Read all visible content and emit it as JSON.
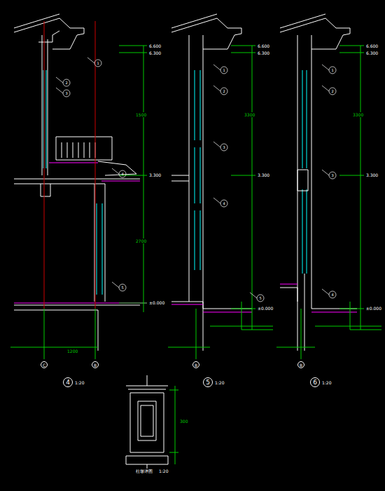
{
  "diagram": {
    "nodes": [
      {
        "text": [
          "4"
        ]
      },
      {
        "text": [
          "5"
        ]
      },
      {
        "text": [
          "6"
        ]
      },
      {
        "text": [
          "C"
        ]
      },
      {
        "text": [
          "B"
        ]
      },
      {
        "text": [
          "B"
        ]
      },
      {
        "text": [
          "B"
        ]
      }
    ],
    "labels": [
      "1:20",
      "1:20",
      "1:20",
      "6.600",
      "6.300",
      "1500",
      "3.300",
      "2700",
      "±0.000",
      "1200",
      "1",
      "2",
      "3",
      "4",
      "5",
      "6.600",
      "6.300",
      "3300",
      "3.300",
      "±0.000",
      "1",
      "2",
      "3",
      "4",
      "5",
      "6.600",
      "6.300",
      "3300",
      "3.300",
      "±0.000",
      "1",
      "2",
      "3",
      "4",
      "柱墩详图",
      "1:20",
      "300"
    ]
  }
}
